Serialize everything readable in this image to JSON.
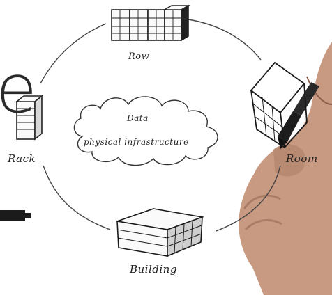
{
  "labels": {
    "row": "Row",
    "rack": "Rack",
    "room": "Room",
    "building": "Building",
    "cloud_line1": "Data",
    "cloud_line2": "physical infrastructure",
    "partial_letter": "e"
  },
  "icons": [
    "server-row-icon",
    "server-rack-icon",
    "room-cube-icon",
    "building-icon",
    "cloud-icon",
    "marker-pen-icon",
    "hand-icon"
  ]
}
